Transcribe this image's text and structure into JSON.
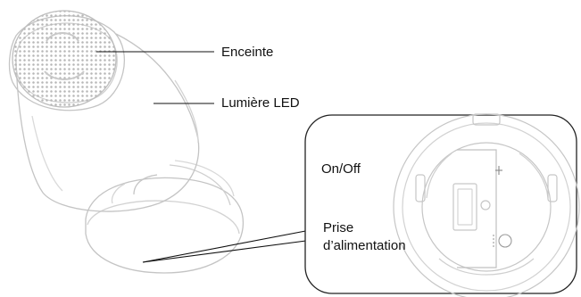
{
  "labels": {
    "speaker": "Enceinte",
    "led_light": "Lumière LED",
    "on_off": "On/Off",
    "power_socket_line1": "Prise",
    "power_socket_line2": "d’alimentation"
  },
  "colors": {
    "outline": "#c8c8c8",
    "outline_dark": "#a9a9a9",
    "grille": "#bdbdbd",
    "callout_border": "#222222",
    "leader_line": "#111111"
  },
  "icons": [
    "speaker-grille-icon",
    "led-lamp-icon",
    "power-switch-icon",
    "power-socket-icon"
  ]
}
